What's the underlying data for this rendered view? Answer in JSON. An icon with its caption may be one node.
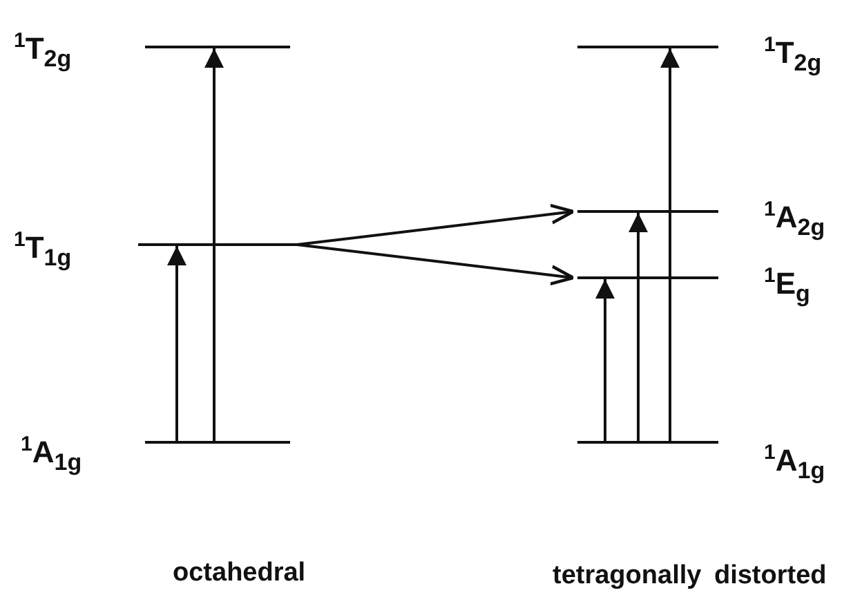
{
  "diagram": {
    "nodes": [
      {
        "text": [],
        "shape": "bar",
        "beside": [
          "$^{1}$T$_{2g}$"
        ]
      },
      {
        "text": [],
        "shape": "bar",
        "beside": [
          "$^{1}$T$_{1g}$"
        ]
      },
      {
        "text": [],
        "shape": "bar",
        "beside": [
          "$^{1}$A$_{1g}$"
        ]
      },
      {
        "text": [],
        "shape": "bar",
        "beside": [
          "$^{1}$T$_{2g}$"
        ]
      },
      {
        "text": [],
        "shape": "bar",
        "beside": [
          "$^{1}$A$_{2g}$"
        ]
      },
      {
        "text": [],
        "shape": "bar",
        "beside": [
          "$^{1}$E$_{g}$"
        ]
      },
      {
        "text": [],
        "shape": "bar",
        "beside": [
          "$^{1}$A$_{1g}$"
        ]
      }
    ],
    "edges": [
      {
        "from": 2,
        "to": 1,
        "arrow": "to"
      },
      {
        "from": 2,
        "to": 0,
        "arrow": "to"
      },
      {
        "from": 1,
        "to": 4,
        "arrow": "to"
      },
      {
        "from": 1,
        "to": 5,
        "arrow": "to"
      },
      {
        "from": 6,
        "to": 5,
        "arrow": "to"
      },
      {
        "from": 6,
        "to": 4,
        "arrow": "to"
      },
      {
        "from": 6,
        "to": 3,
        "arrow": "to"
      }
    ],
    "labels": [
      "octahedral",
      "tetragonally distorted"
    ]
  }
}
